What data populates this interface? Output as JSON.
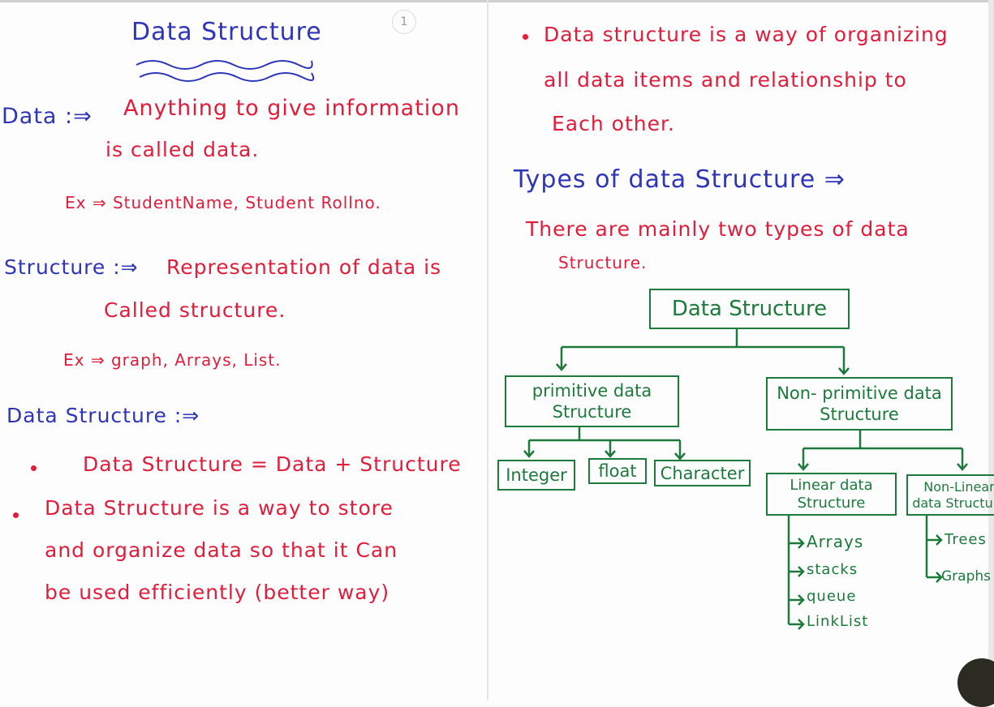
{
  "page_number": "1",
  "left": {
    "title": "Data Structure",
    "data_term": "Data :⇒",
    "data_def_1": "Anything to give information",
    "data_def_2": "is called data.",
    "data_example": "Ex ⇒ StudentName, Student Rollno.",
    "structure_term": "Structure :⇒",
    "structure_def_1": "Representation of data is",
    "structure_def_2": "Called structure.",
    "structure_example": "Ex ⇒ graph, Arrays, List.",
    "ds_term": "Data Structure :⇒",
    "bullet_1": "Data Structure = Data + Structure",
    "bullet_2_line_1": "Data Structure is a way to store",
    "bullet_2_line_2": "and organize data so that it Can",
    "bullet_2_line_3": "be used efficiently (better way)"
  },
  "right": {
    "bullet_line_1": "Data structure is a way of organizing",
    "bullet_line_2": "all data items and relationship to",
    "bullet_line_3": "Each other.",
    "types_heading": "Types of data Structure ⇒",
    "types_text_1": "There are mainly two types of data",
    "types_text_2": "Structure.",
    "tree": {
      "root": "Data Structure",
      "primitive": "primitive data Structure",
      "non_primitive": "Non- primitive data Structure",
      "primitive_children": [
        "Integer",
        "float",
        "Character"
      ],
      "linear": "Linear data Structure",
      "non_linear": "Non-Linear data Structure",
      "linear_items": [
        "Arrays",
        "stacks",
        "queue",
        "LinkList"
      ],
      "non_linear_items": [
        "Trees",
        "Graphs"
      ]
    }
  },
  "colors": {
    "blue": "#2f35b8",
    "red": "#e01e3c",
    "green": "#1d7a3c"
  }
}
